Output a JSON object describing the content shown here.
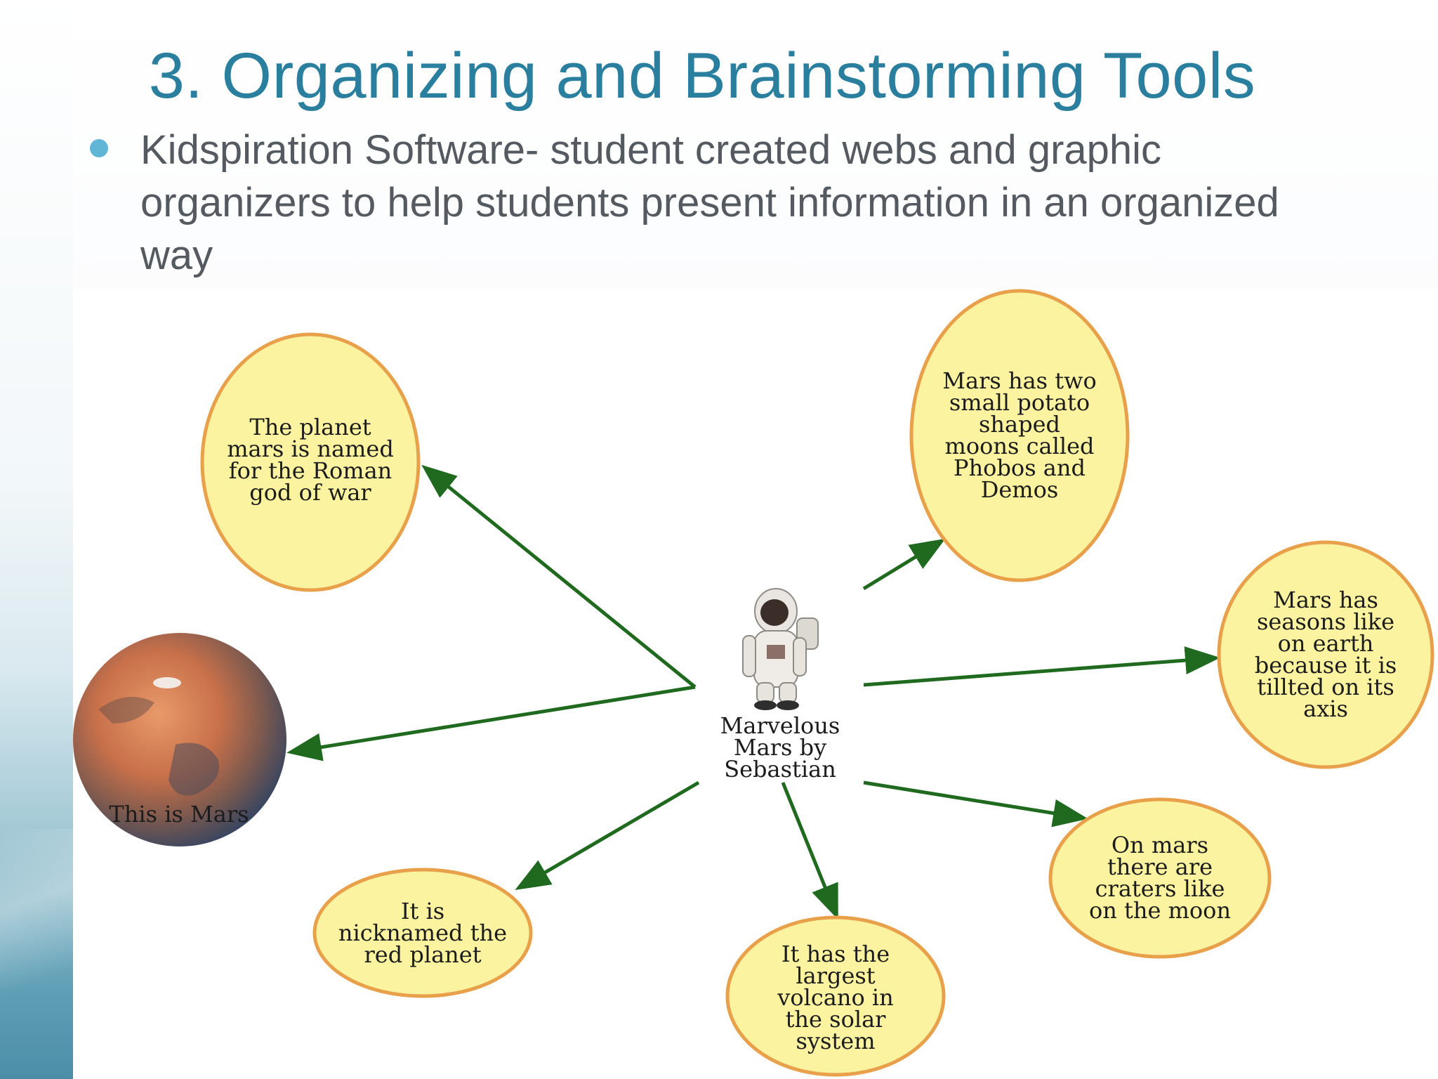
{
  "slide": {
    "title": "3. Organizing and Brainstorming Tools",
    "bullet": "Kidspiration Software- student created webs and graphic organizers to help students present information in an organized way"
  },
  "diagram": {
    "center_label": "Marvelous Mars by Sebastian",
    "mars_caption": "This is Mars",
    "bubbles": [
      {
        "id": "roman-god",
        "text": "The planet mars is named for the Roman god of war"
      },
      {
        "id": "two-moons",
        "text": "Mars has two small potato shaped moons called Phobos and Demos"
      },
      {
        "id": "seasons",
        "text": "Mars has seasons like on earth because it is tillted on its axis"
      },
      {
        "id": "craters",
        "text": "On mars there are craters like on the moon"
      },
      {
        "id": "volcano",
        "text": "It has the largest volcano in the solar system"
      },
      {
        "id": "red-planet",
        "text": "It is nicknamed the red planet"
      }
    ],
    "colors": {
      "bubble_fill": "#fbf3a0",
      "bubble_stroke": "#e8a04a",
      "arrow": "#1f6a1f"
    },
    "icons": [
      "astronaut-icon",
      "mars-planet-image"
    ]
  }
}
